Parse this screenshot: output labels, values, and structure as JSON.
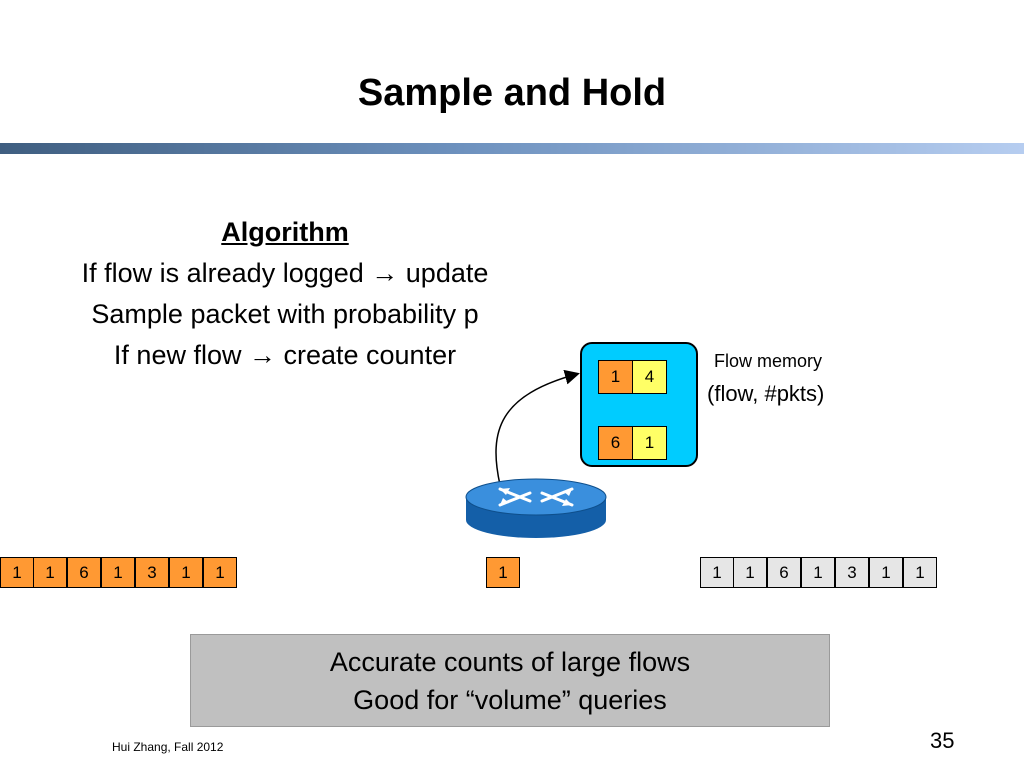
{
  "title": "Sample and Hold",
  "algorithm": {
    "heading": "Algorithm",
    "line1": "If flow is already logged → update",
    "line2": "Sample packet with probability p",
    "line3": "If new flow → create counter"
  },
  "flow_memory": {
    "label": "Flow memory",
    "sublabel": "(flow, #pkts)",
    "entries": [
      {
        "flow": "1",
        "pkts": "4"
      },
      {
        "flow": "6",
        "pkts": "1"
      }
    ]
  },
  "sampled_packet": "1",
  "incoming_stream": [
    "1",
    "1",
    "6",
    "1",
    "3",
    "1",
    "1"
  ],
  "outgoing_stream": [
    "1",
    "1",
    "6",
    "1",
    "3",
    "1",
    "1"
  ],
  "summary": {
    "line1": "Accurate counts of large flows",
    "line2": "Good for “volume” queries"
  },
  "footer": "Hui Zhang, Fall 2012",
  "page_number": "35",
  "colors": {
    "orange": "#ff9933",
    "yellow": "#ffff66",
    "memory_box": "#00ccff",
    "router": "#1f77c7",
    "summary_bg": "#c0c0c0"
  }
}
